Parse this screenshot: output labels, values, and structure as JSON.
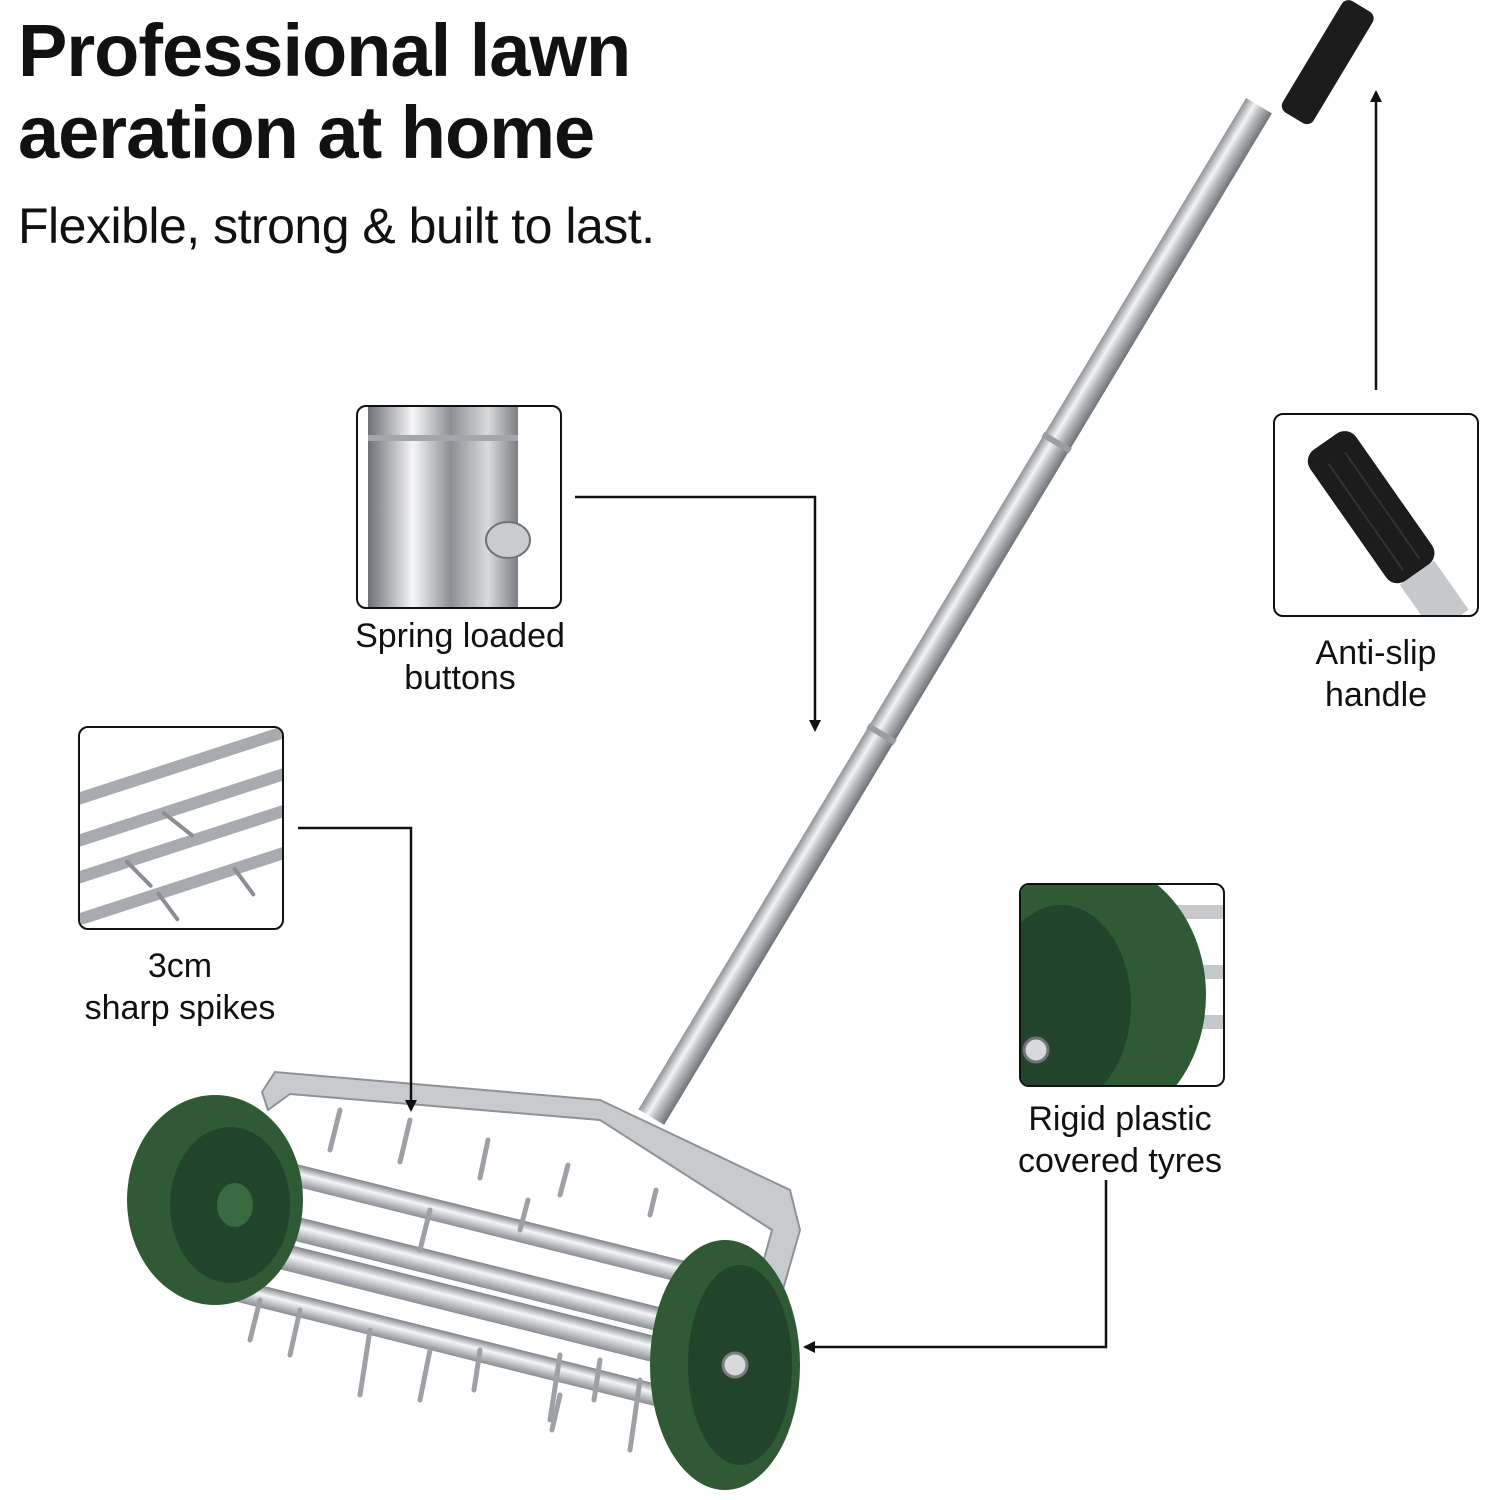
{
  "header": {
    "title_line1": "Professional lawn",
    "title_line2": "aeration at home",
    "subtitle": "Flexible, strong & built to last."
  },
  "callouts": [
    {
      "id": "spring-buttons",
      "line1": "Spring loaded",
      "line2": "buttons",
      "icon": "push-button-detail"
    },
    {
      "id": "anti-slip-handle",
      "line1": "Anti-slip",
      "line2": "handle",
      "icon": "rubber-grip-detail"
    },
    {
      "id": "sharp-spikes",
      "line1": "3cm",
      "line2": "sharp spikes",
      "icon": "spike-roller-detail"
    },
    {
      "id": "plastic-tyres",
      "line1": "Rigid plastic",
      "line2": "covered tyres",
      "icon": "green-wheel-detail"
    }
  ],
  "colors": {
    "text": "#111111",
    "background": "#ffffff",
    "wheel_green": "#2f5a34",
    "wheel_green_dark": "#22442a",
    "steel": "#b9bcbf",
    "steel_light": "#e6e7e8",
    "grip_black": "#1c1c1c"
  }
}
